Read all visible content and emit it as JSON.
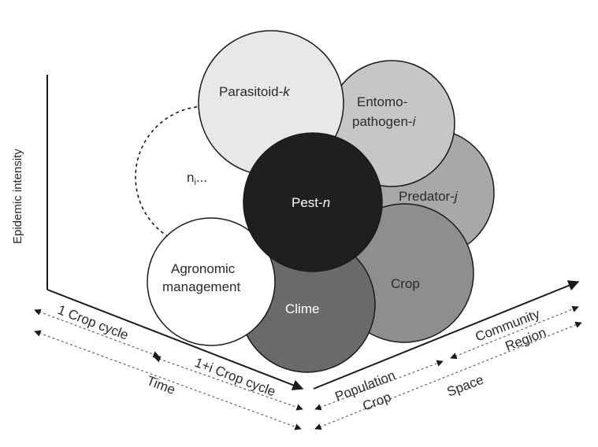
{
  "axes": {
    "y_label": "Epidemic intensity",
    "time": {
      "label": "Time",
      "scales": [
        "1 Crop cycle",
        "1+i Crop cycle"
      ]
    },
    "space": {
      "label": "Space",
      "scales": [
        "Crop",
        "Population",
        "Community",
        "Region"
      ]
    }
  },
  "nodes": {
    "parasitoid": {
      "prefix": "Parasitoid-",
      "italic": "k",
      "fill": "#e8e8e8"
    },
    "entomopathogen": {
      "line1": "Entomo-",
      "line2_prefix": "pathogen-",
      "italic": "i",
      "fill": "#c6c6c6"
    },
    "predator": {
      "prefix": "Predator-",
      "italic": "j",
      "fill": "#a8a8a8"
    },
    "crop": {
      "label": "Crop",
      "fill": "#8e8e8e"
    },
    "clime": {
      "label": "Clime",
      "fill": "#6a6a6a"
    },
    "agronomic": {
      "line1": "Agronomic",
      "line2": "management",
      "fill": "#ffffff"
    },
    "unknown": {
      "base": "n",
      "sub": "i",
      "dots": "..."
    },
    "pest": {
      "prefix": "Pest-",
      "italic": "n",
      "fill": "#1f1f1f"
    }
  }
}
